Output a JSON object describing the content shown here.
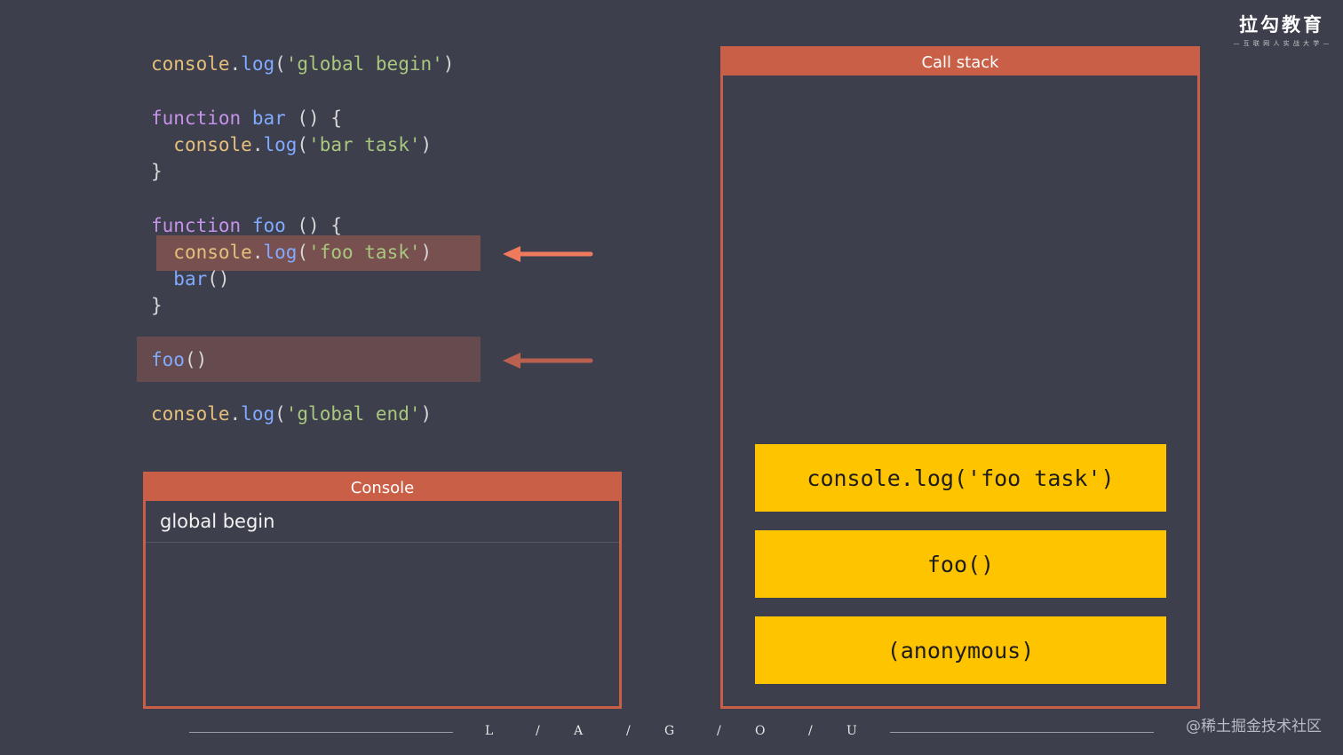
{
  "code": {
    "line1": {
      "obj": "console",
      "dot": ".",
      "fn": "log",
      "open": "(",
      "str": "'global begin'",
      "close": ")"
    },
    "line2": {
      "kw": "function",
      "name": "bar",
      "rest": " () {"
    },
    "line3": {
      "indent": "  ",
      "obj": "console",
      "dot": ".",
      "fn": "log",
      "open": "(",
      "str": "'bar task'",
      "close": ")"
    },
    "line4": "}",
    "line5": {
      "kw": "function",
      "name": "foo",
      "rest": " () {"
    },
    "line6": {
      "indent": "  ",
      "obj": "console",
      "dot": ".",
      "fn": "log",
      "open": "(",
      "str": "'foo task'",
      "close": ")"
    },
    "line7": {
      "indent": "  ",
      "fn": "bar",
      "paren": "()"
    },
    "line8": "}",
    "line9": {
      "fn": "foo",
      "paren": "()"
    },
    "line10": {
      "obj": "console",
      "dot": ".",
      "fn": "log",
      "open": "(",
      "str": "'global end'",
      "close": ")"
    }
  },
  "console_panel": {
    "title": "Console",
    "lines": [
      "global begin"
    ]
  },
  "call_stack": {
    "title": "Call stack",
    "frames": [
      "console.log('foo task')",
      "foo()",
      "(anonymous)"
    ]
  },
  "logo": {
    "main": "拉勾教育",
    "sub": "— 互 联 网 人 实 战 大 学 —"
  },
  "footer": {
    "letters": [
      "L",
      "/",
      "A",
      "/",
      "G",
      "/",
      "O",
      "/",
      "U"
    ]
  },
  "watermark": "@稀土掘金技术社区",
  "colors": {
    "background": "#3d3f4c",
    "panel_accent": "#c95f47",
    "stack_frame": "#ffc400",
    "arrow_active": "#f07a5e",
    "arrow_muted": "#b9604f"
  }
}
